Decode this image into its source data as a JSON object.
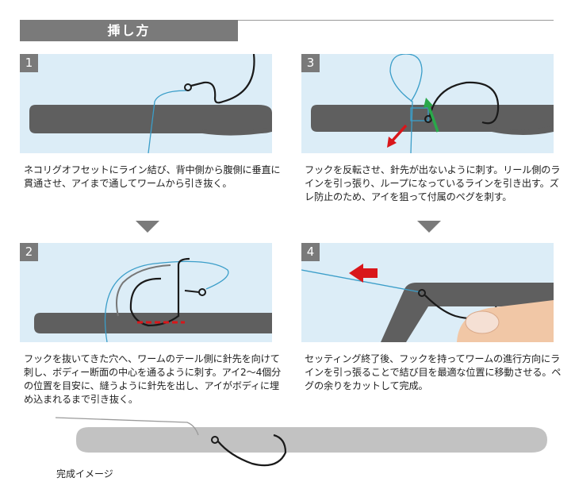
{
  "header": {
    "title": "挿し方"
  },
  "steps": [
    {
      "number": "1",
      "text": "ネコリグオフセットにライン結び、背中側から腹側に垂直に貫通させ、アイまで通してワームから引き抜く。"
    },
    {
      "number": "2",
      "text": "フックを抜いてきた穴へ、ワームのテール側に針先を向けて刺し、ボディー断面の中心を通るように刺す。アイ2～4個分の位置を目安に、縫うように針先を出し、アイがボディに埋め込まれるまで引き抜く。"
    },
    {
      "number": "3",
      "text": "フックを反転させ、針先が出ないように刺す。リール側のラインを引っ張り、ループになっているラインを引き出す。ズレ防止のため、アイを狙って付属のペグを刺す。"
    },
    {
      "number": "4",
      "text": "セッティング終了後、フックを持ってワームの進行方向にラインを引っ張ることで結び目を最適な位置に移動させる。ペグの余りをカットして完成。"
    }
  ],
  "complete": {
    "label": "完成イメージ"
  },
  "colors": {
    "header_bg": "#7a7a7a",
    "panel_bg": "#dcedf7",
    "worm": "#5f5f5f",
    "line": "#3b9ec9",
    "hook": "#1a1a1a",
    "red_arrow": "#d9161a",
    "green_arrow": "#2aa84a",
    "complete_worm": "#c2c2c2"
  }
}
